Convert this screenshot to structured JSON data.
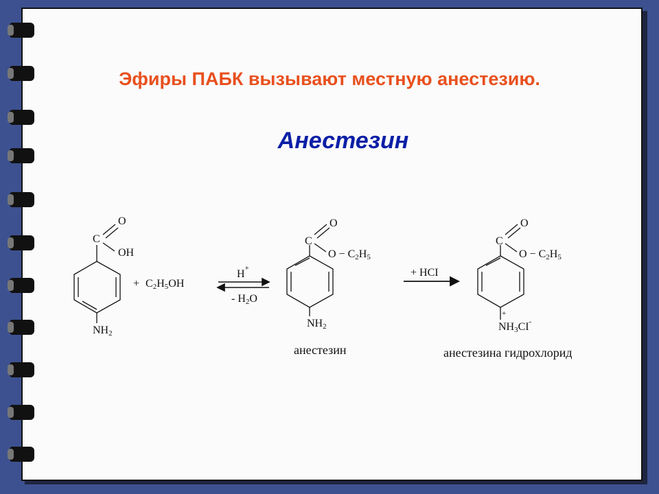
{
  "slide": {
    "title": "Эфиры ПАБК вызывают местную анестезию.",
    "subtitle": "Анестезин"
  },
  "reactant": {
    "carbon": "C",
    "oxygen": "O",
    "hydroxyl": "OH",
    "amine": "NH",
    "amine_sub": "2"
  },
  "ethanol": {
    "plus": "+",
    "c": "C",
    "c_sub": "2",
    "h": "H",
    "h_sub": "5",
    "oh": "OH"
  },
  "step1": {
    "catalyst": "H",
    "catalyst_charge": "+",
    "elim_prefix": "- H",
    "elim_sub": "2",
    "elim_suffix": "O"
  },
  "product1": {
    "carbon": "C",
    "oxygen": "O",
    "ester": "O − C",
    "ester_c_sub": "2",
    "ester_h": "H",
    "ester_h_sub": "5",
    "amine": "NH",
    "amine_sub": "2",
    "caption": "анестезин"
  },
  "step2": {
    "reagent": "+ HCI"
  },
  "product2": {
    "carbon": "C",
    "oxygen": "O",
    "ester": "O − C",
    "ester_c_sub": "2",
    "ester_h": "H",
    "ester_h_sub": "5",
    "plus_charge": "+",
    "ammonium": "NH",
    "ammonium_sub": "3",
    "chloride": "CI",
    "chloride_charge": "-",
    "caption": "анестезина гидрохлорид"
  }
}
